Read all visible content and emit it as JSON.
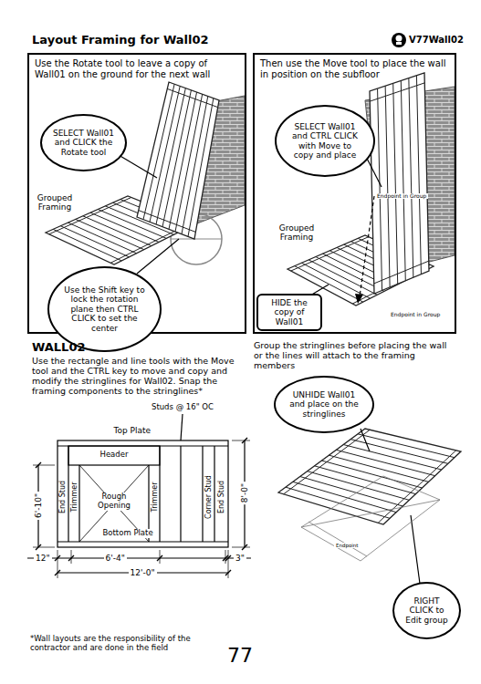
{
  "diagram": {
    "title": "Layout Framing for Wall02",
    "nodes": [
      {
        "text": [
          "Use the Rotate tool to leave a copy of Wall01 on the ground for the next wall"
        ]
      },
      {
        "text": [
          "SELECT Wall01 and CLICK the Rotate tool"
        ],
        "in": 0
      },
      {
        "text": [
          "Use the Shift key to lock the rotation plane then CTRL CLICK to set the center"
        ],
        "in": 0
      },
      {
        "text": [
          "Then use the Move tool to place the wall in position on the subfloor"
        ]
      },
      {
        "text": [
          "SELECT Wall01 and CTRL CLICK with Move to copy and place"
        ],
        "in": 3
      },
      {
        "text": [
          "HIDE the copy of Wall01"
        ],
        "in": 3
      },
      {
        "text": [
          "UNHIDE Wall01 and place on the stringlines"
        ]
      },
      {
        "text": [
          "RIGHT CLICK to Edit group"
        ]
      }
    ],
    "labels": [
      "V77Wall02",
      "Grouped Framing",
      "Endpoint in Group",
      "Grouped Framing",
      "Endpoint in Group",
      "WALL02",
      "Use the rectangle and line tools with the Move tool and the CTRL key to move and copy and modify the stringlines for Wall02. Snap the framing components to the stringlines*",
      "Group the stringlines before placing the wall or the lines will attach to the framing members",
      "Studs @ 16\" OC",
      "Top Plate",
      "Header",
      "Rough Opening",
      "Bottom Plate",
      "End Stud",
      "Trimmer",
      "Trimmer",
      "Corner Stud",
      "End Stud",
      "6'-10\"",
      "8'-0\"",
      "12\"",
      "6'-4\"",
      "3\"",
      "12'-0\"",
      "Endpoint",
      "*Wall layouts are the responsibility of the contractor and are done in the field",
      "77"
    ]
  }
}
